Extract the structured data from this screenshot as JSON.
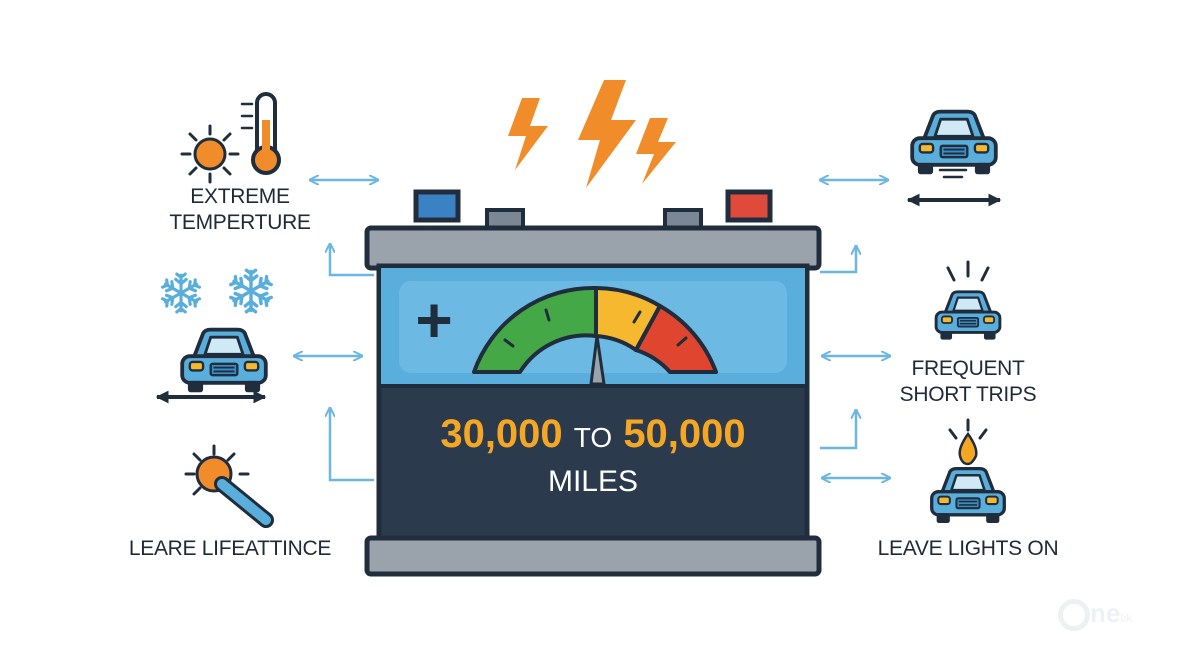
{
  "battery": {
    "range_from": "30,000",
    "range_joiner": "TO",
    "range_to": "50,000",
    "unit": "MILES",
    "plus_symbol": "+"
  },
  "factors_left": [
    {
      "line1": "EXTREME",
      "line2": "TEMPERTURE",
      "icon": "sun-thermometer-icon"
    },
    {
      "line1": "",
      "line2": "",
      "icon": "snowflake-car-icon"
    },
    {
      "line1": "LEARE LIFEATTINCE",
      "line2": "",
      "icon": "sun-wrench-icon"
    }
  ],
  "factors_right": [
    {
      "line1": "",
      "line2": "",
      "icon": "car-road-icon"
    },
    {
      "line1": "FREQUENT",
      "line2": "SHORT TRIPS",
      "icon": "car-alert-icon"
    },
    {
      "line1": "LEAVE LIGHTS ON",
      "line2": "",
      "icon": "car-flame-icon"
    }
  ],
  "watermark": {
    "brand_main": "ne",
    "brand_small": "tik"
  },
  "colors": {
    "outline": "#1f2d3d",
    "battery_top": "#9aa3ab",
    "battery_upper": "#5aaedc",
    "battery_lower": "#2b3a4c",
    "terminal_neg": "#3b82c4",
    "terminal_pos": "#e04a3a",
    "gauge_green": "#43a845",
    "gauge_yellow": "#f5b82e",
    "gauge_red": "#e0452f",
    "accent_orange": "#f08c2a",
    "arrow_blue": "#6cb6e2",
    "text_orange": "#f5a623",
    "text_white": "#ffffff"
  }
}
